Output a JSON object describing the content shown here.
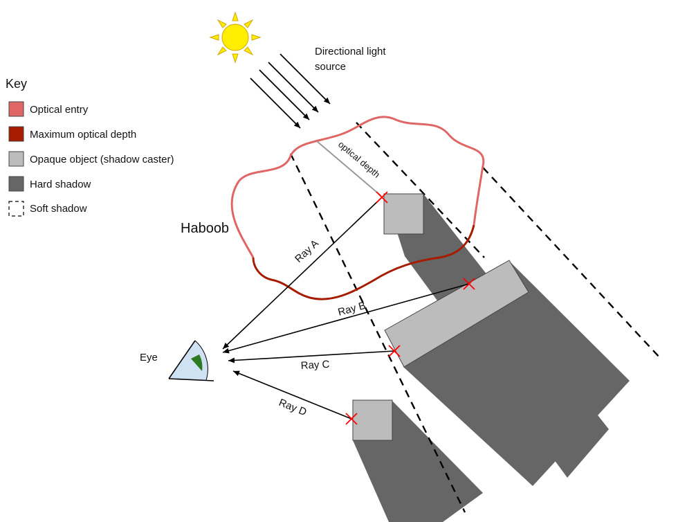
{
  "key": {
    "title": "Key",
    "items": [
      {
        "label": "Optical entry",
        "swatch": "optical-entry",
        "color": "#e06666"
      },
      {
        "label": "Maximum optical depth",
        "swatch": "max-depth",
        "color": "#a61c00"
      },
      {
        "label": "Opaque object (shadow caster)",
        "swatch": "opaque",
        "color": "#bcbcbc"
      },
      {
        "label": "Hard shadow",
        "swatch": "hard-shadow",
        "color": "#666666"
      },
      {
        "label": "Soft shadow",
        "swatch": "soft-shadow",
        "color": "#ffffff"
      }
    ]
  },
  "light": {
    "label_line1": "Directional light",
    "label_line2": "source",
    "sun_color": "#ffee00"
  },
  "haboob": {
    "label": "Haboob",
    "entry_color": "#e06666",
    "depth_color": "#a61c00"
  },
  "optical_depth_label": "optical depth",
  "eye": {
    "label": "Eye",
    "fill": "#cfe2f3",
    "iris": "#2d7a22"
  },
  "rays": [
    {
      "label": "Ray A"
    },
    {
      "label": "Ray B"
    },
    {
      "label": "Ray C"
    },
    {
      "label": "Ray D"
    }
  ],
  "colors": {
    "opaque": "#bcbcbc",
    "hard_shadow": "#666666",
    "hit_marker": "#ff0000"
  }
}
